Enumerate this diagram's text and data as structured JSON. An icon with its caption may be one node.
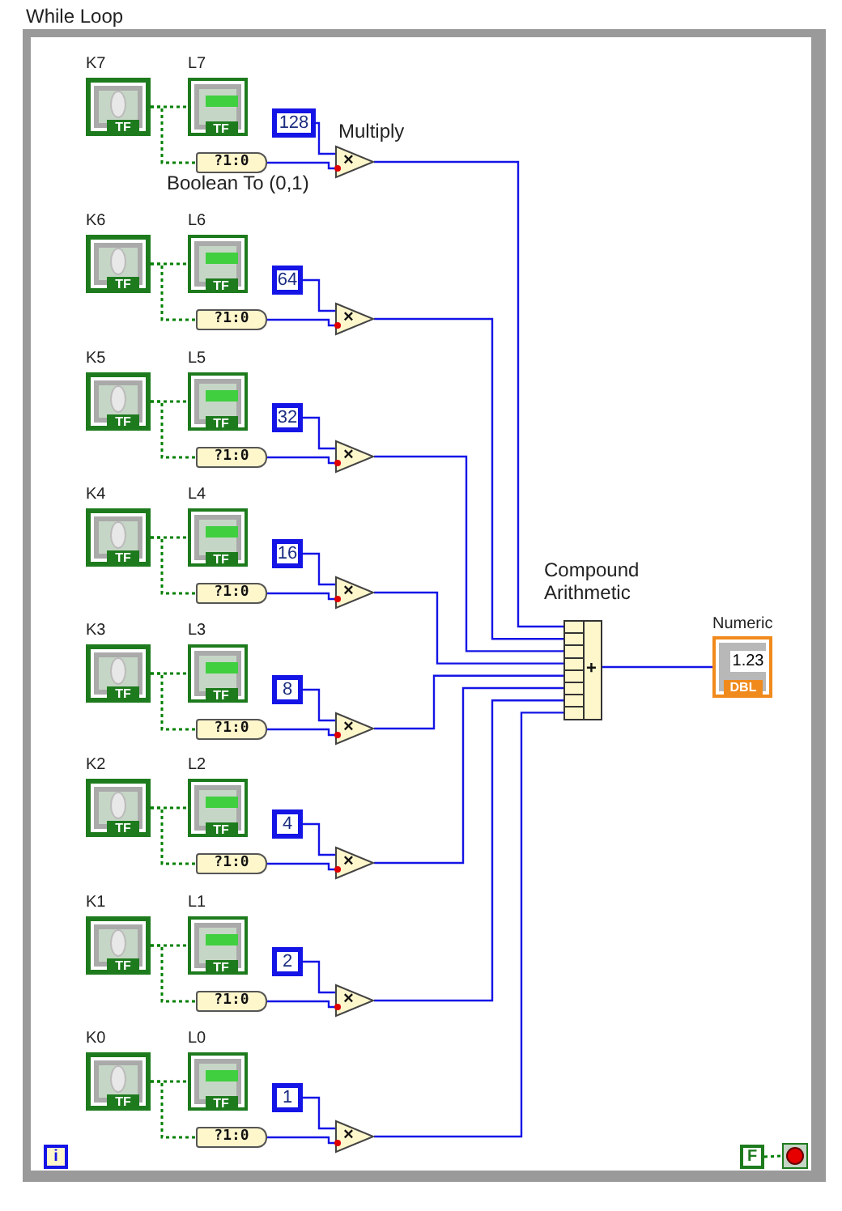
{
  "diagram": {
    "nodes": [
      {
        "text": [
          "While Loop"
        ]
      },
      {
        "text": [
          "K7",
          "TF"
        ],
        "in": 0
      },
      {
        "text": [
          "L7",
          "TF"
        ],
        "in": 0
      },
      {
        "text": [
          "128"
        ],
        "in": 0
      },
      {
        "text": [
          "?1:0"
        ],
        "in": 0,
        "beside": [
          "Boolean To (0,1)"
        ]
      },
      {
        "text": [
          "×"
        ],
        "in": 0,
        "beside": [
          "Multiply"
        ]
      },
      {
        "text": [
          "K6",
          "TF"
        ],
        "in": 0
      },
      {
        "text": [
          "L6",
          "TF"
        ],
        "in": 0
      },
      {
        "text": [
          "64"
        ],
        "in": 0
      },
      {
        "text": [
          "?1:0"
        ],
        "in": 0
      },
      {
        "text": [
          "×"
        ],
        "in": 0
      },
      {
        "text": [
          "K5",
          "TF"
        ],
        "in": 0
      },
      {
        "text": [
          "L5",
          "TF"
        ],
        "in": 0
      },
      {
        "text": [
          "32"
        ],
        "in": 0
      },
      {
        "text": [
          "?1:0"
        ],
        "in": 0
      },
      {
        "text": [
          "×"
        ],
        "in": 0
      },
      {
        "text": [
          "K4",
          "TF"
        ],
        "in": 0
      },
      {
        "text": [
          "L4",
          "TF"
        ],
        "in": 0
      },
      {
        "text": [
          "16"
        ],
        "in": 0
      },
      {
        "text": [
          "?1:0"
        ],
        "in": 0
      },
      {
        "text": [
          "×"
        ],
        "in": 0
      },
      {
        "text": [
          "K3",
          "TF"
        ],
        "in": 0
      },
      {
        "text": [
          "L3",
          "TF"
        ],
        "in": 0
      },
      {
        "text": [
          "8"
        ],
        "in": 0
      },
      {
        "text": [
          "?1:0"
        ],
        "in": 0
      },
      {
        "text": [
          "×"
        ],
        "in": 0
      },
      {
        "text": [
          "K2",
          "TF"
        ],
        "in": 0
      },
      {
        "text": [
          "L2",
          "TF"
        ],
        "in": 0
      },
      {
        "text": [
          "4"
        ],
        "in": 0
      },
      {
        "text": [
          "?1:0"
        ],
        "in": 0
      },
      {
        "text": [
          "×"
        ],
        "in": 0
      },
      {
        "text": [
          "K1",
          "TF"
        ],
        "in": 0
      },
      {
        "text": [
          "L1",
          "TF"
        ],
        "in": 0
      },
      {
        "text": [
          "2"
        ],
        "in": 0
      },
      {
        "text": [
          "?1:0"
        ],
        "in": 0
      },
      {
        "text": [
          "×"
        ],
        "in": 0
      },
      {
        "text": [
          "K0",
          "TF"
        ],
        "in": 0
      },
      {
        "text": [
          "L0",
          "TF"
        ],
        "in": 0
      },
      {
        "text": [
          "1"
        ],
        "in": 0
      },
      {
        "text": [
          "?1:0"
        ],
        "in": 0
      },
      {
        "text": [
          "×"
        ],
        "in": 0
      },
      {
        "text": [
          "Compound Arithmetic",
          "+"
        ],
        "in": 0
      },
      {
        "text": [
          "Numeric",
          "1.23",
          "DBL"
        ],
        "in": 0
      },
      {
        "text": [
          "i"
        ],
        "in": 0
      },
      {
        "text": [
          "F"
        ],
        "in": 0
      },
      {
        "text": [],
        "shape": "box",
        "in": 0
      }
    ],
    "edges": [
      {
        "from": 1,
        "to": 2,
        "arrow": "none",
        "style": "dashed",
        "color": "#008000"
      },
      {
        "from": 1,
        "to": 4,
        "arrow": "none",
        "style": "dashed",
        "color": "#008000"
      },
      {
        "from": 3,
        "to": 5,
        "arrow": "none"
      },
      {
        "from": 4,
        "to": 5,
        "arrow": "none"
      },
      {
        "from": 6,
        "to": 7,
        "arrow": "none",
        "style": "dashed",
        "color": "#008000"
      },
      {
        "from": 6,
        "to": 9,
        "arrow": "none",
        "style": "dashed",
        "color": "#008000"
      },
      {
        "from": 8,
        "to": 10,
        "arrow": "none"
      },
      {
        "from": 9,
        "to": 10,
        "arrow": "none"
      },
      {
        "from": 11,
        "to": 12,
        "arrow": "none",
        "style": "dashed",
        "color": "#008000"
      },
      {
        "from": 11,
        "to": 14,
        "arrow": "none",
        "style": "dashed",
        "color": "#008000"
      },
      {
        "from": 13,
        "to": 15,
        "arrow": "none"
      },
      {
        "from": 14,
        "to": 15,
        "arrow": "none"
      },
      {
        "from": 16,
        "to": 17,
        "arrow": "none",
        "style": "dashed",
        "color": "#008000"
      },
      {
        "from": 16,
        "to": 19,
        "arrow": "none",
        "style": "dashed",
        "color": "#008000"
      },
      {
        "from": 18,
        "to": 20,
        "arrow": "none"
      },
      {
        "from": 19,
        "to": 20,
        "arrow": "none"
      },
      {
        "from": 21,
        "to": 22,
        "arrow": "none",
        "style": "dashed",
        "color": "#008000"
      },
      {
        "from": 21,
        "to": 24,
        "arrow": "none",
        "style": "dashed",
        "color": "#008000"
      },
      {
        "from": 23,
        "to": 25,
        "arrow": "none"
      },
      {
        "from": 24,
        "to": 25,
        "arrow": "none"
      },
      {
        "from": 26,
        "to": 27,
        "arrow": "none",
        "style": "dashed",
        "color": "#008000"
      },
      {
        "from": 26,
        "to": 29,
        "arrow": "none",
        "style": "dashed",
        "color": "#008000"
      },
      {
        "from": 28,
        "to": 30,
        "arrow": "none"
      },
      {
        "from": 29,
        "to": 30,
        "arrow": "none"
      },
      {
        "from": 31,
        "to": 32,
        "arrow": "none",
        "style": "dashed",
        "color": "#008000"
      },
      {
        "from": 31,
        "to": 34,
        "arrow": "none",
        "style": "dashed",
        "color": "#008000"
      },
      {
        "from": 33,
        "to": 35,
        "arrow": "none"
      },
      {
        "from": 34,
        "to": 35,
        "arrow": "none"
      },
      {
        "from": 36,
        "to": 37,
        "arrow": "none",
        "style": "dashed",
        "color": "#008000"
      },
      {
        "from": 36,
        "to": 39,
        "arrow": "none",
        "style": "dashed",
        "color": "#008000"
      },
      {
        "from": 38,
        "to": 40,
        "arrow": "none"
      },
      {
        "from": 39,
        "to": 40,
        "arrow": "none"
      },
      {
        "from": 5,
        "to": 41,
        "arrow": "none"
      },
      {
        "from": 10,
        "to": 41,
        "arrow": "none"
      },
      {
        "from": 15,
        "to": 41,
        "arrow": "none"
      },
      {
        "from": 20,
        "to": 41,
        "arrow": "none"
      },
      {
        "from": 25,
        "to": 41,
        "arrow": "none"
      },
      {
        "from": 30,
        "to": 41,
        "arrow": "none"
      },
      {
        "from": 35,
        "to": 41,
        "arrow": "none"
      },
      {
        "from": 40,
        "to": 41,
        "arrow": "none"
      },
      {
        "from": 41,
        "to": 42,
        "arrow": "none"
      },
      {
        "from": 44,
        "to": 45,
        "arrow": "none",
        "style": "dashed",
        "color": "#008000"
      }
    ]
  }
}
